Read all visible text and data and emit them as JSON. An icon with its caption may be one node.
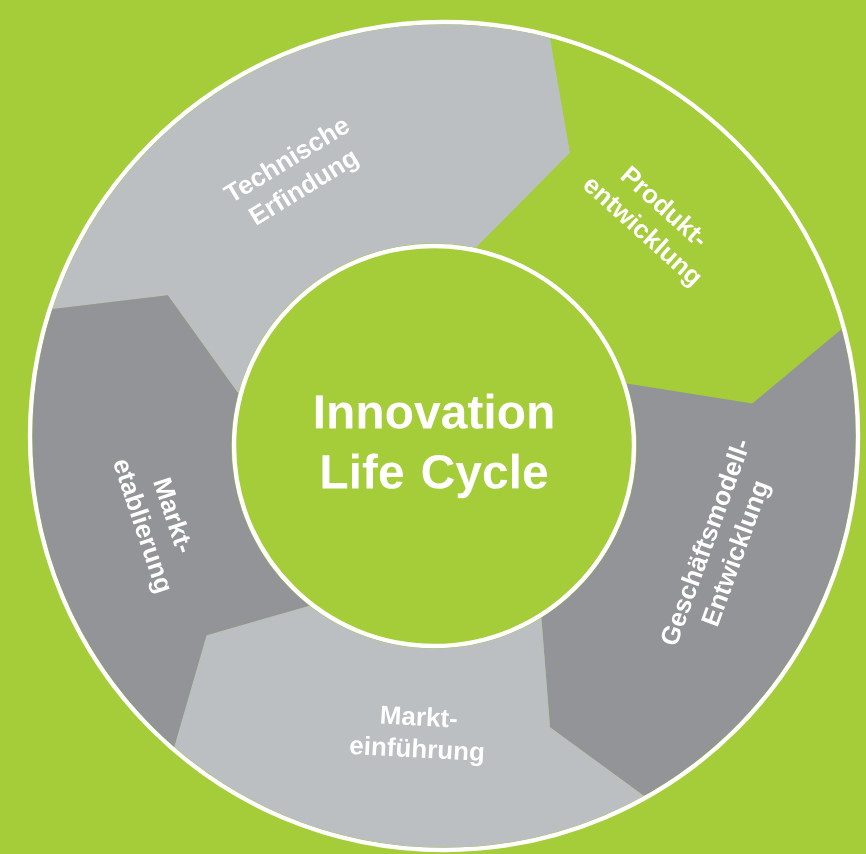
{
  "diagram": {
    "nodes": [
      {
        "text": [
          "Innovation Life Cycle"
        ]
      },
      {
        "text": [
          "Technische Erfindung"
        ]
      },
      {
        "text": [
          "Produkt- entwicklung"
        ]
      },
      {
        "text": [
          "Geschäftsmodell- Entwicklung"
        ]
      },
      {
        "text": [
          "Markt- einführung"
        ]
      },
      {
        "text": [
          "Markt- etablierung"
        ]
      }
    ]
  }
}
